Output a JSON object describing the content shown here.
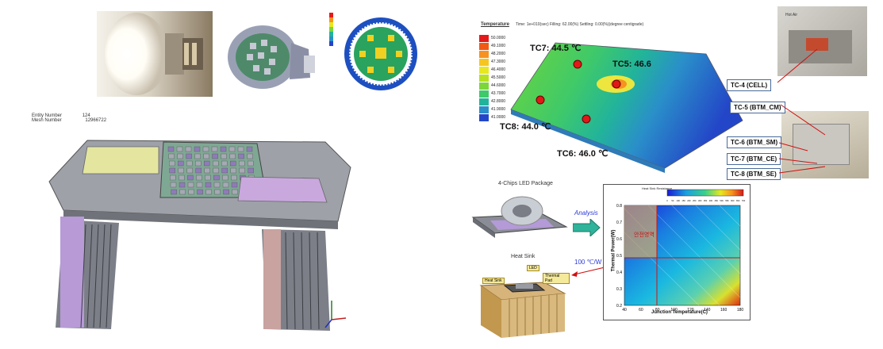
{
  "mesh_info": {
    "entity_label": "Entity Number",
    "entity_value": "124",
    "mesh_label": "Mesh Number",
    "mesh_value": "12966722"
  },
  "thermal_plot": {
    "legend_title": "Temperature",
    "header": "Time: 1e+010(sec)  Filling: 62.00(%)  Settling: 0.00(%)(degree centigrade)",
    "legend_values": [
      "50.0000",
      "49.1000",
      "48.2000",
      "47.3000",
      "46.4000",
      "45.5000",
      "44.6000",
      "43.7000",
      "42.8000",
      "41.9000",
      "41.0000"
    ],
    "legend_colors": [
      "#e41a1a",
      "#f05a14",
      "#f79220",
      "#f7c520",
      "#e8e820",
      "#b6e020",
      "#7cd63a",
      "#3fc96a",
      "#22b49a",
      "#2a8fc9",
      "#2346c8"
    ],
    "points": [
      {
        "label": "TC7: 44.5 ℃"
      },
      {
        "label": "TC5: 46.6"
      },
      {
        "label": "TC8: 44.0 ℃"
      },
      {
        "label": "TC6: 46.0 ℃"
      }
    ]
  },
  "tc_labels": [
    "TC-4 (CELL)",
    "TC-5 (BTM_CM)",
    "TC-6 (BTM_SM)",
    "TC-7 (BTM_CE)",
    "TC-8 (BTM_SE)"
  ],
  "photo_label": "Hot Air",
  "package": {
    "title": "4-Chips LED Package",
    "analysis": "Analysis",
    "heat_sink_title": "Heat Sink",
    "resistance": "100 ℃/W",
    "parts": [
      "LED",
      "Thermal Pad",
      "Heat Sink"
    ]
  },
  "contour_chart": {
    "title": "Heat Sink Resistance",
    "xlabel": "Junction Temperature(C)",
    "ylabel": "Thermal Power(W)",
    "region_label": "안전영역",
    "x_ticks": [
      "40",
      "60",
      "80",
      "100",
      "120",
      "140",
      "160",
      "180"
    ],
    "y_ticks": [
      "0.2",
      "0.3",
      "0.4",
      "0.5",
      "0.6",
      "0.7",
      "0.8"
    ],
    "colorbar_ticks": [
      "0",
      "50",
      "100",
      "150",
      "200",
      "250",
      "300",
      "350",
      "400",
      "450",
      "500",
      "550",
      "600",
      "650",
      "700"
    ]
  }
}
